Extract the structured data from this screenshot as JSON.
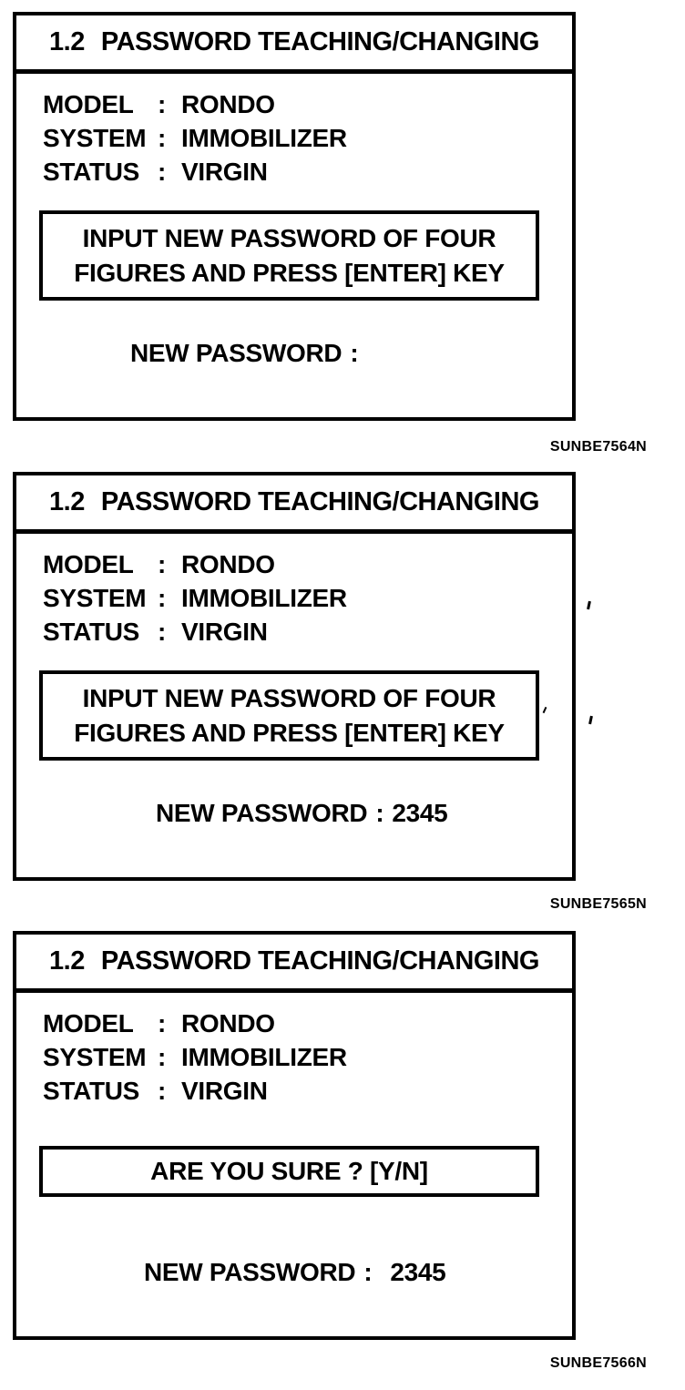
{
  "colors": {
    "ink": "#000000",
    "paper": "#ffffff"
  },
  "panels": [
    {
      "title_number": "1.2",
      "title": "PASSWORD TEACHING/CHANGING",
      "info": [
        {
          "label": "MODEL",
          "separator": ":",
          "value": "RONDO"
        },
        {
          "label": "SYSTEM",
          "separator": ":",
          "value": "IMMOBILIZER"
        },
        {
          "label": "STATUS",
          "separator": ":",
          "value": "VIRGIN"
        }
      ],
      "message_lines": [
        "INPUT NEW PASSWORD OF FOUR",
        "FIGURES AND PRESS [ENTER] KEY"
      ],
      "password_label": "NEW PASSWORD",
      "password_separator": ":",
      "password_value": "",
      "caption": "SUNBE7564N"
    },
    {
      "title_number": "1.2",
      "title": "PASSWORD TEACHING/CHANGING",
      "info": [
        {
          "label": "MODEL",
          "separator": ":",
          "value": "RONDO"
        },
        {
          "label": "SYSTEM",
          "separator": ":",
          "value": "IMMOBILIZER"
        },
        {
          "label": "STATUS",
          "separator": ":",
          "value": "VIRGIN"
        }
      ],
      "message_lines": [
        "INPUT NEW PASSWORD OF FOUR",
        "FIGURES AND PRESS [ENTER] KEY"
      ],
      "password_label": "NEW PASSWORD",
      "password_separator": ":",
      "password_value": "2345",
      "caption": "SUNBE7565N"
    },
    {
      "title_number": "1.2",
      "title": "PASSWORD TEACHING/CHANGING",
      "info": [
        {
          "label": "MODEL",
          "separator": ":",
          "value": "RONDO"
        },
        {
          "label": "SYSTEM",
          "separator": ":",
          "value": "IMMOBILIZER"
        },
        {
          "label": "STATUS",
          "separator": ":",
          "value": "VIRGIN"
        }
      ],
      "message_lines": [
        "ARE YOU SURE ? [Y/N]"
      ],
      "password_label": "NEW PASSWORD",
      "password_separator": ":",
      "password_value": "2345",
      "caption": "SUNBE7566N"
    }
  ]
}
